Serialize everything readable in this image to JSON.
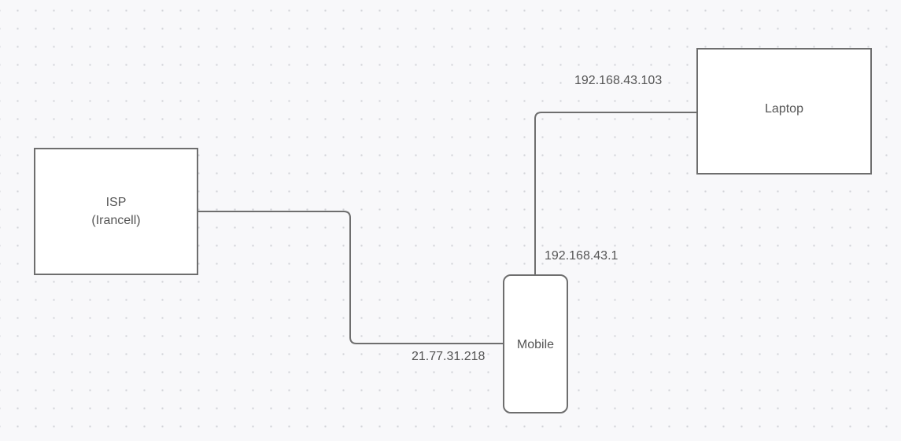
{
  "nodes": {
    "isp": {
      "line1": "ISP",
      "line2": "(Irancell)"
    },
    "laptop": {
      "label": "Laptop"
    },
    "mobile": {
      "label": "Mobile"
    }
  },
  "edge_labels": {
    "mobile_wan": "21.77.31.218",
    "mobile_gateway": "192.168.43.1",
    "laptop_ip": "192.168.43.103"
  },
  "colors": {
    "background": "#f8f8fa",
    "grid_dot": "#d2d3d8",
    "stroke": "#6e6e6e",
    "node_fill": "#ffffff",
    "text": "#555555"
  }
}
